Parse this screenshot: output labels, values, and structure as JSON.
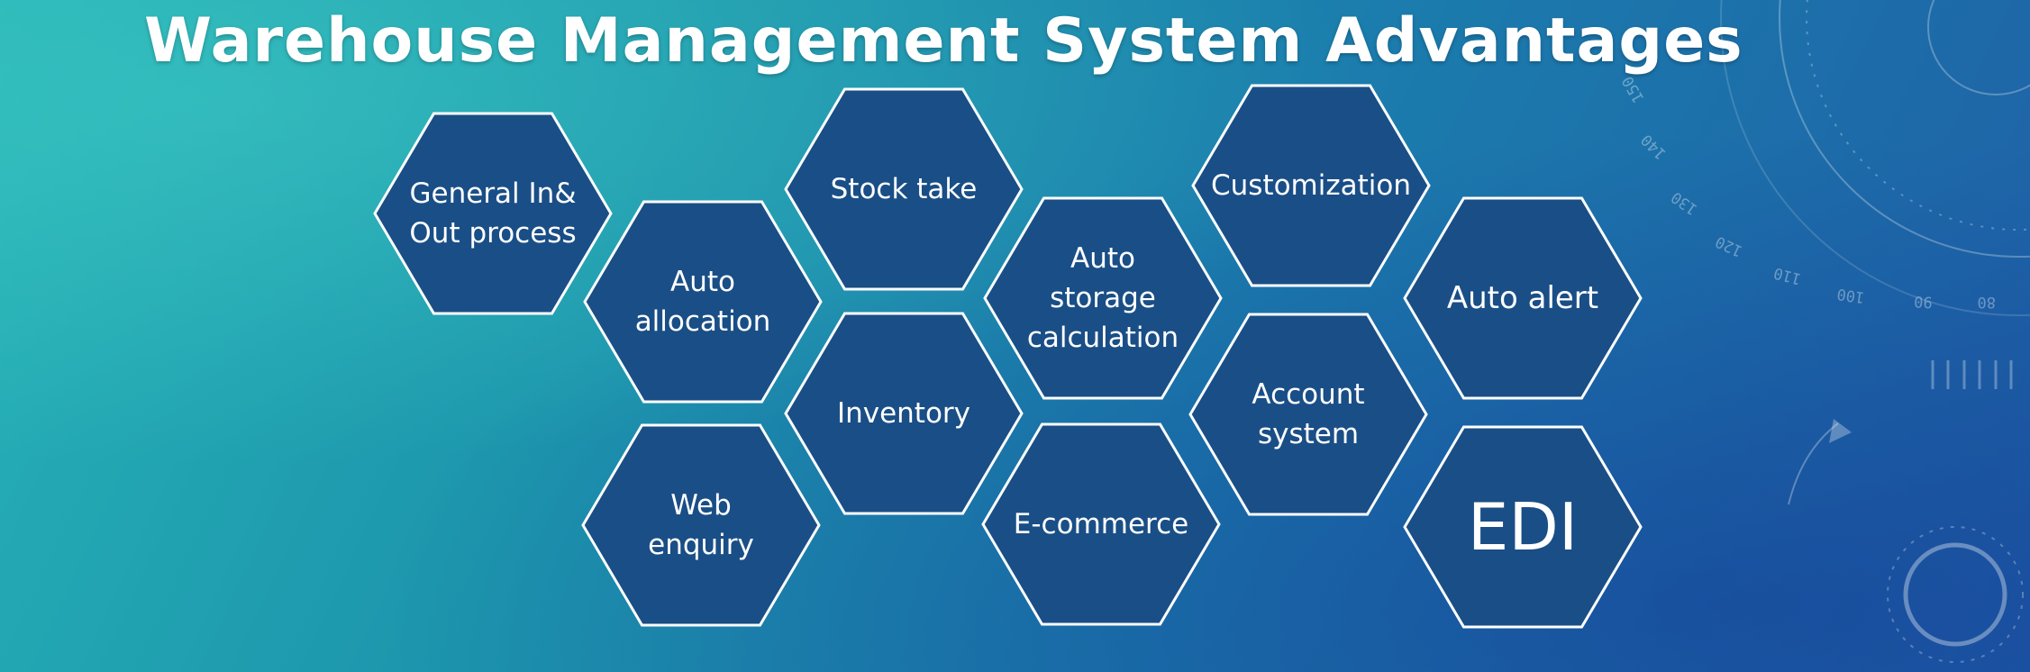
{
  "title": "Warehouse Management System Advantages",
  "colors": {
    "hex_fill": "#1a4e86",
    "hex_stroke": "#ffffff",
    "text": "#ffffff"
  },
  "hexagons": [
    {
      "id": "general-in-out-process",
      "label": "General In&\nOut process"
    },
    {
      "id": "auto-allocation",
      "label": "Auto\nallocation"
    },
    {
      "id": "web-enquiry",
      "label": "Web\nenquiry"
    },
    {
      "id": "stock-take",
      "label": "Stock take"
    },
    {
      "id": "inventory",
      "label": "Inventory"
    },
    {
      "id": "auto-storage-calculation",
      "label": "Auto\nstorage\ncalculation"
    },
    {
      "id": "e-commerce",
      "label": "E-commerce"
    },
    {
      "id": "customization",
      "label": "Customization"
    },
    {
      "id": "account-system",
      "label": "Account\nsystem"
    },
    {
      "id": "auto-alert",
      "label": "Auto alert"
    },
    {
      "id": "edi",
      "label": "EDI"
    }
  ],
  "decor_tick_labels": [
    "150",
    "140",
    "130",
    "120",
    "110",
    "100",
    "90",
    "80"
  ]
}
